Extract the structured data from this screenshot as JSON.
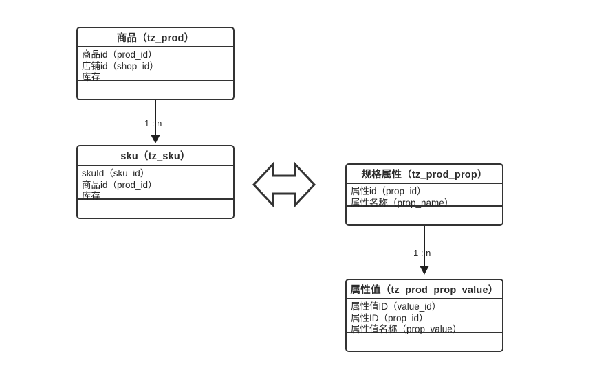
{
  "diagram": {
    "title_hidden": "",
    "entities": [
      {
        "id": "tz_prod",
        "title": "商品（tz_prod）",
        "fields": [
          "商品id（prod_id）",
          "店铺id（shop_id）",
          "库存"
        ],
        "footer": ""
      },
      {
        "id": "tz_sku",
        "title": "sku（tz_sku）",
        "fields": [
          "skuId（sku_id）",
          "商品id（prod_id）",
          "库存"
        ],
        "footer": ""
      },
      {
        "id": "tz_prod_prop",
        "title": "规格属性（tz_prod_prop）",
        "fields": [
          "属性id（prop_id）",
          "属性名称（prop_name）"
        ],
        "footer": ""
      },
      {
        "id": "tz_prod_prop_value",
        "title": "属性值（tz_prod_prop_value）",
        "fields": [
          "属性值ID（value_id）",
          "属性ID（prop_id）",
          "属性值名称（prop_value）"
        ],
        "footer": ""
      }
    ],
    "connectors": [
      {
        "id": "prod-to-sku",
        "label": "1 : n",
        "from": "tz_prod",
        "to": "tz_sku"
      },
      {
        "id": "prop-to-propvalue",
        "label": "1 : n",
        "from": "tz_prod_prop",
        "to": "tz_prod_prop_value"
      }
    ],
    "symbols": [
      {
        "id": "bidirectional-arrow",
        "name": "double-headed-arrow"
      }
    ]
  },
  "colors": {
    "border": "#333333",
    "text": "#2b2b2b",
    "field_text": "#262626",
    "connector": "#1f1f1f",
    "background": "#ffffff"
  }
}
